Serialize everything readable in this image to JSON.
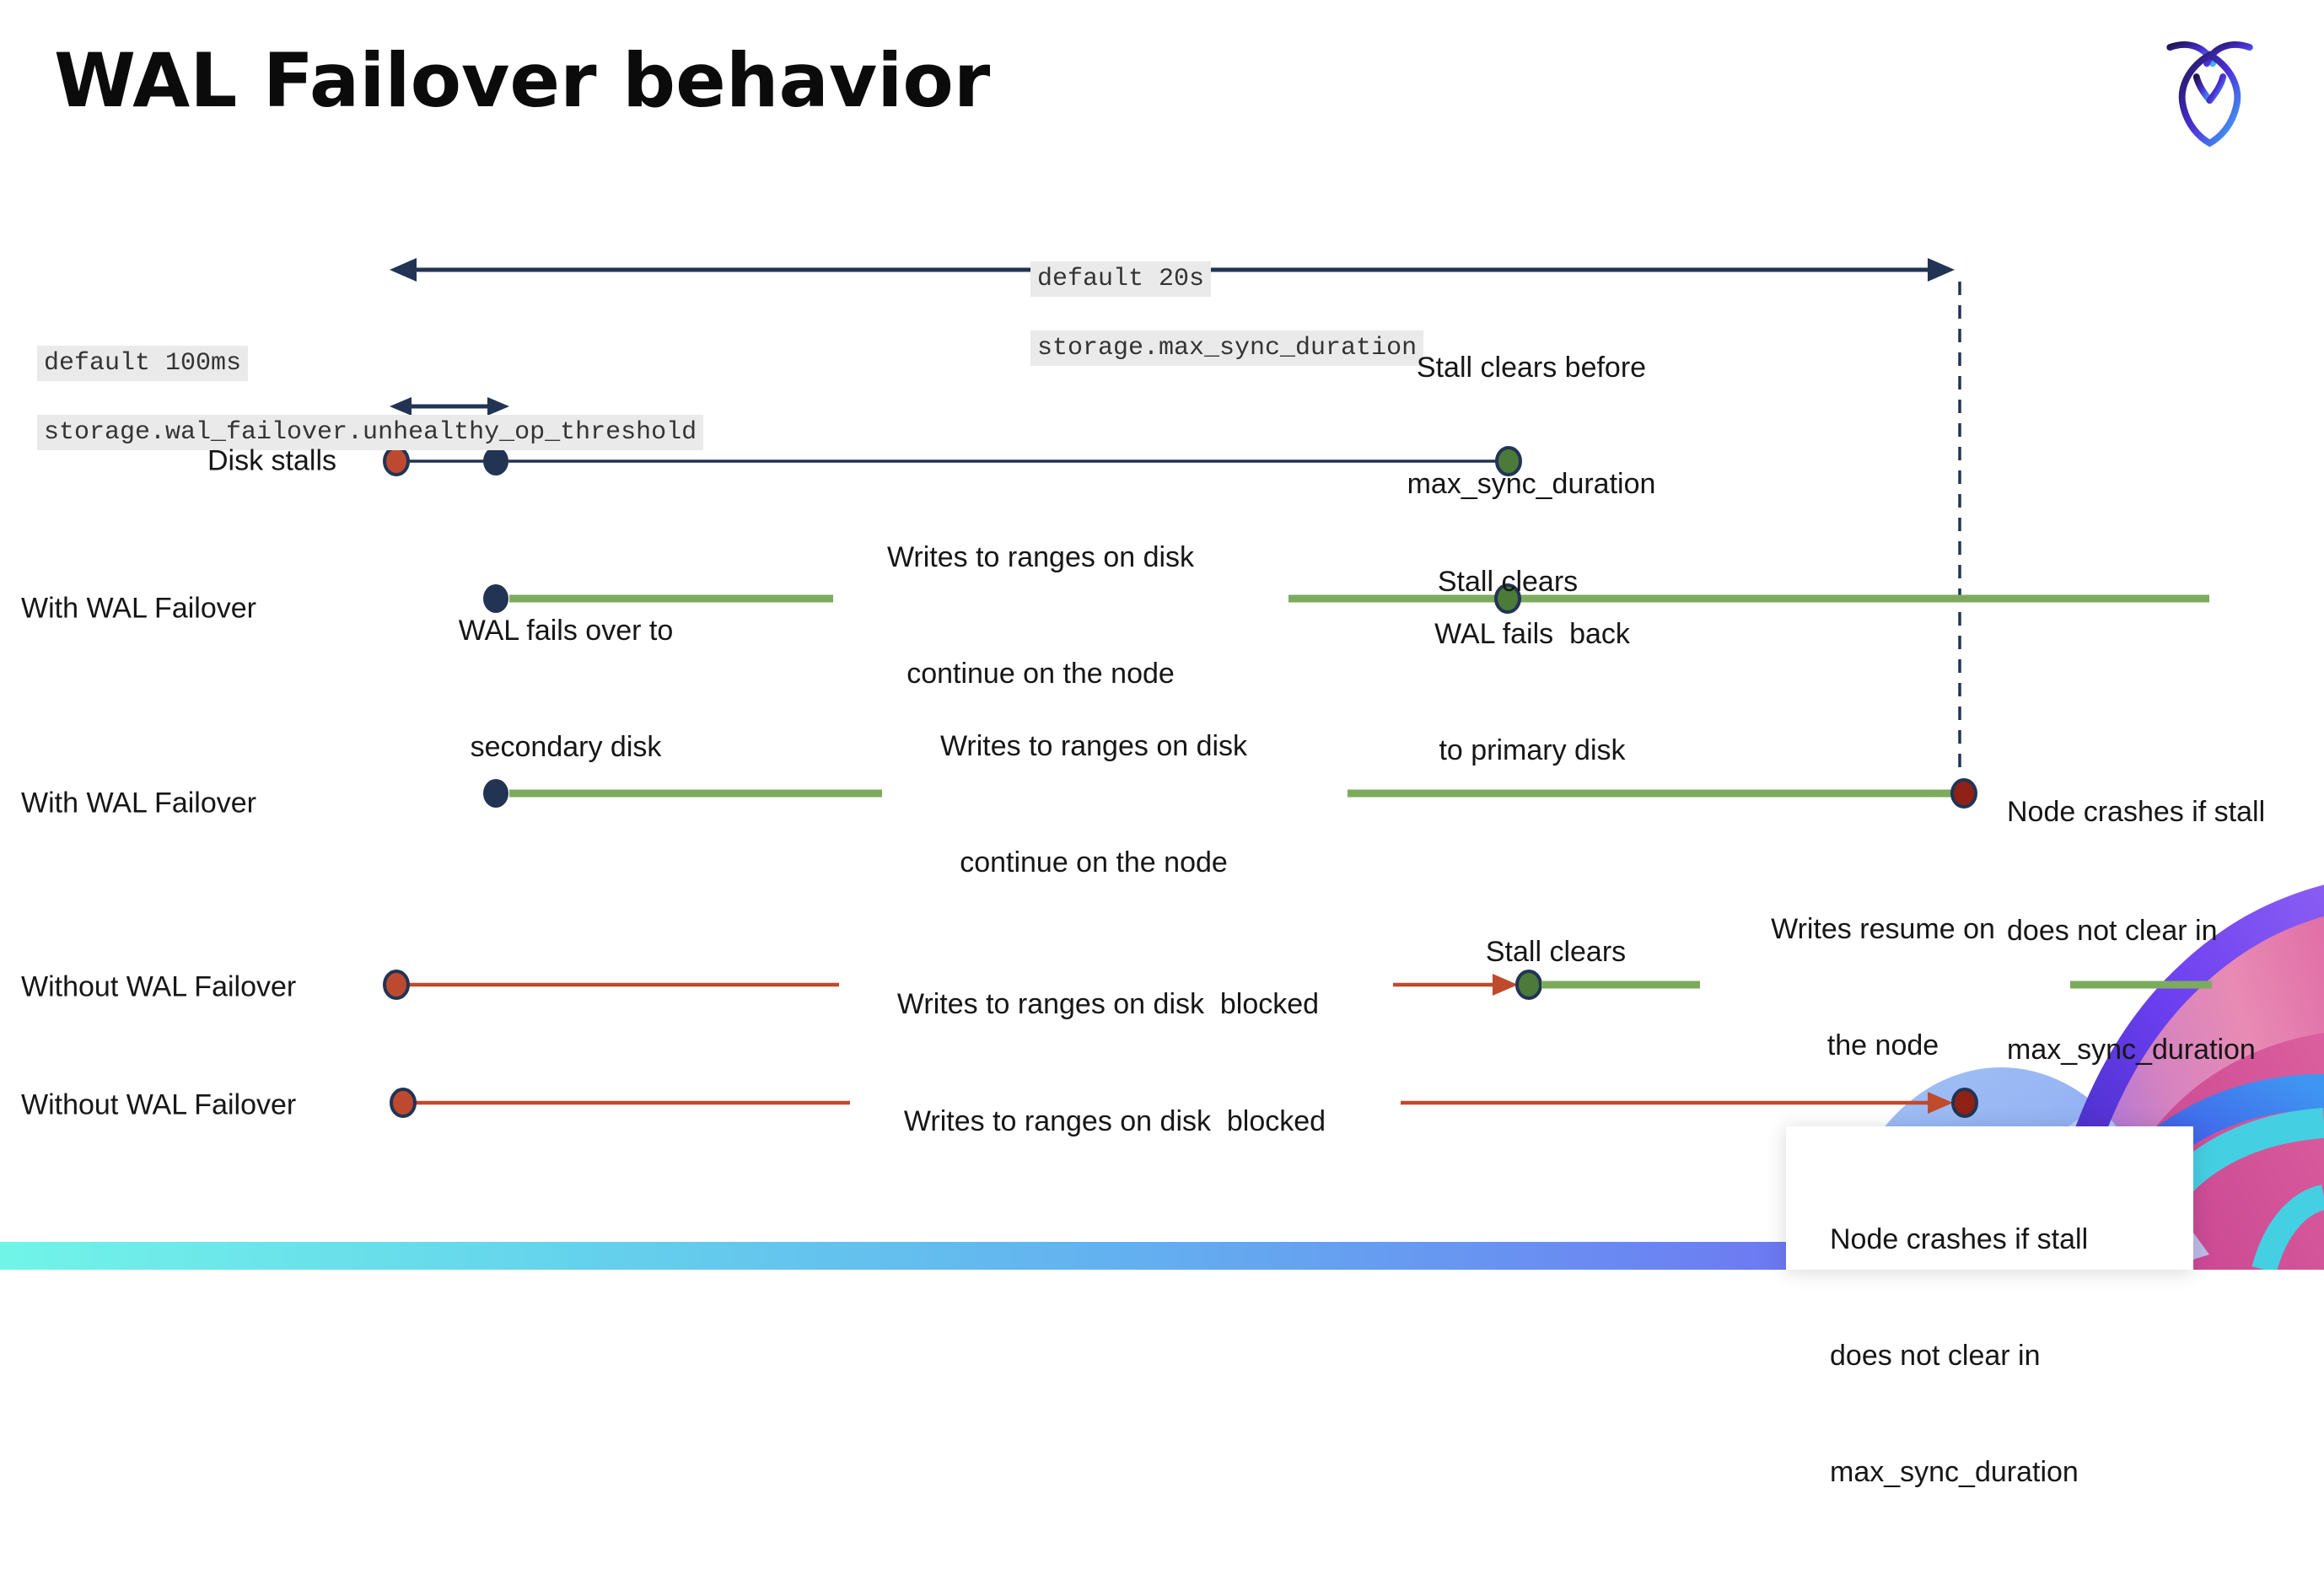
{
  "page": {
    "title": "WAL Failover behavior"
  },
  "branding": {
    "logo_icon": "cockroachdb-logo",
    "illustration": "cockroach-arches-illustration"
  },
  "settings_labels": {
    "max_sync_duration": {
      "default_line": "default 20s",
      "setting_line": "storage.max_sync_duration"
    },
    "unhealthy_op_threshold": {
      "default_line": "default 100ms",
      "setting_line": "storage.wal_failover.unhealthy_op_threshold"
    }
  },
  "rows": [
    {
      "label": "Disk stalls"
    },
    {
      "label": "With WAL Failover"
    },
    {
      "label": "With WAL Failover"
    },
    {
      "label": "Without WAL Failover"
    },
    {
      "label": "Without WAL Failover"
    }
  ],
  "annotations": {
    "stall_clears_before": {
      "l1": "Stall clears before",
      "l2": "max_sync_duration"
    },
    "writes_continue": {
      "l1": "Writes to ranges on disk",
      "l2": "continue on the node"
    },
    "stall_clears": "Stall clears",
    "wal_fails_over": {
      "l1": "WAL fails over to",
      "l2": "secondary disk"
    },
    "wal_fails_back": {
      "l1": "WAL fails  back",
      "l2": "to primary disk"
    },
    "node_crashes": {
      "l1": "Node crashes if stall",
      "l2": "does not clear in",
      "l3": "max_sync_duration"
    },
    "writes_blocked": "Writes to ranges on disk  blocked",
    "writes_resume": {
      "l1": "Writes resume on",
      "l2": "the node"
    }
  },
  "colors": {
    "navy": "#223454",
    "green_line": "#7cab5e",
    "green_dot": "#4c7a39",
    "red_line": "#c04a2c",
    "red_dot": "#bd4a30",
    "crash_dot": "#8f2116",
    "chip_bg": "#eaeaea",
    "bar_gradient_start": "#71f4e8",
    "bar_gradient_end": "#7e52ef"
  }
}
